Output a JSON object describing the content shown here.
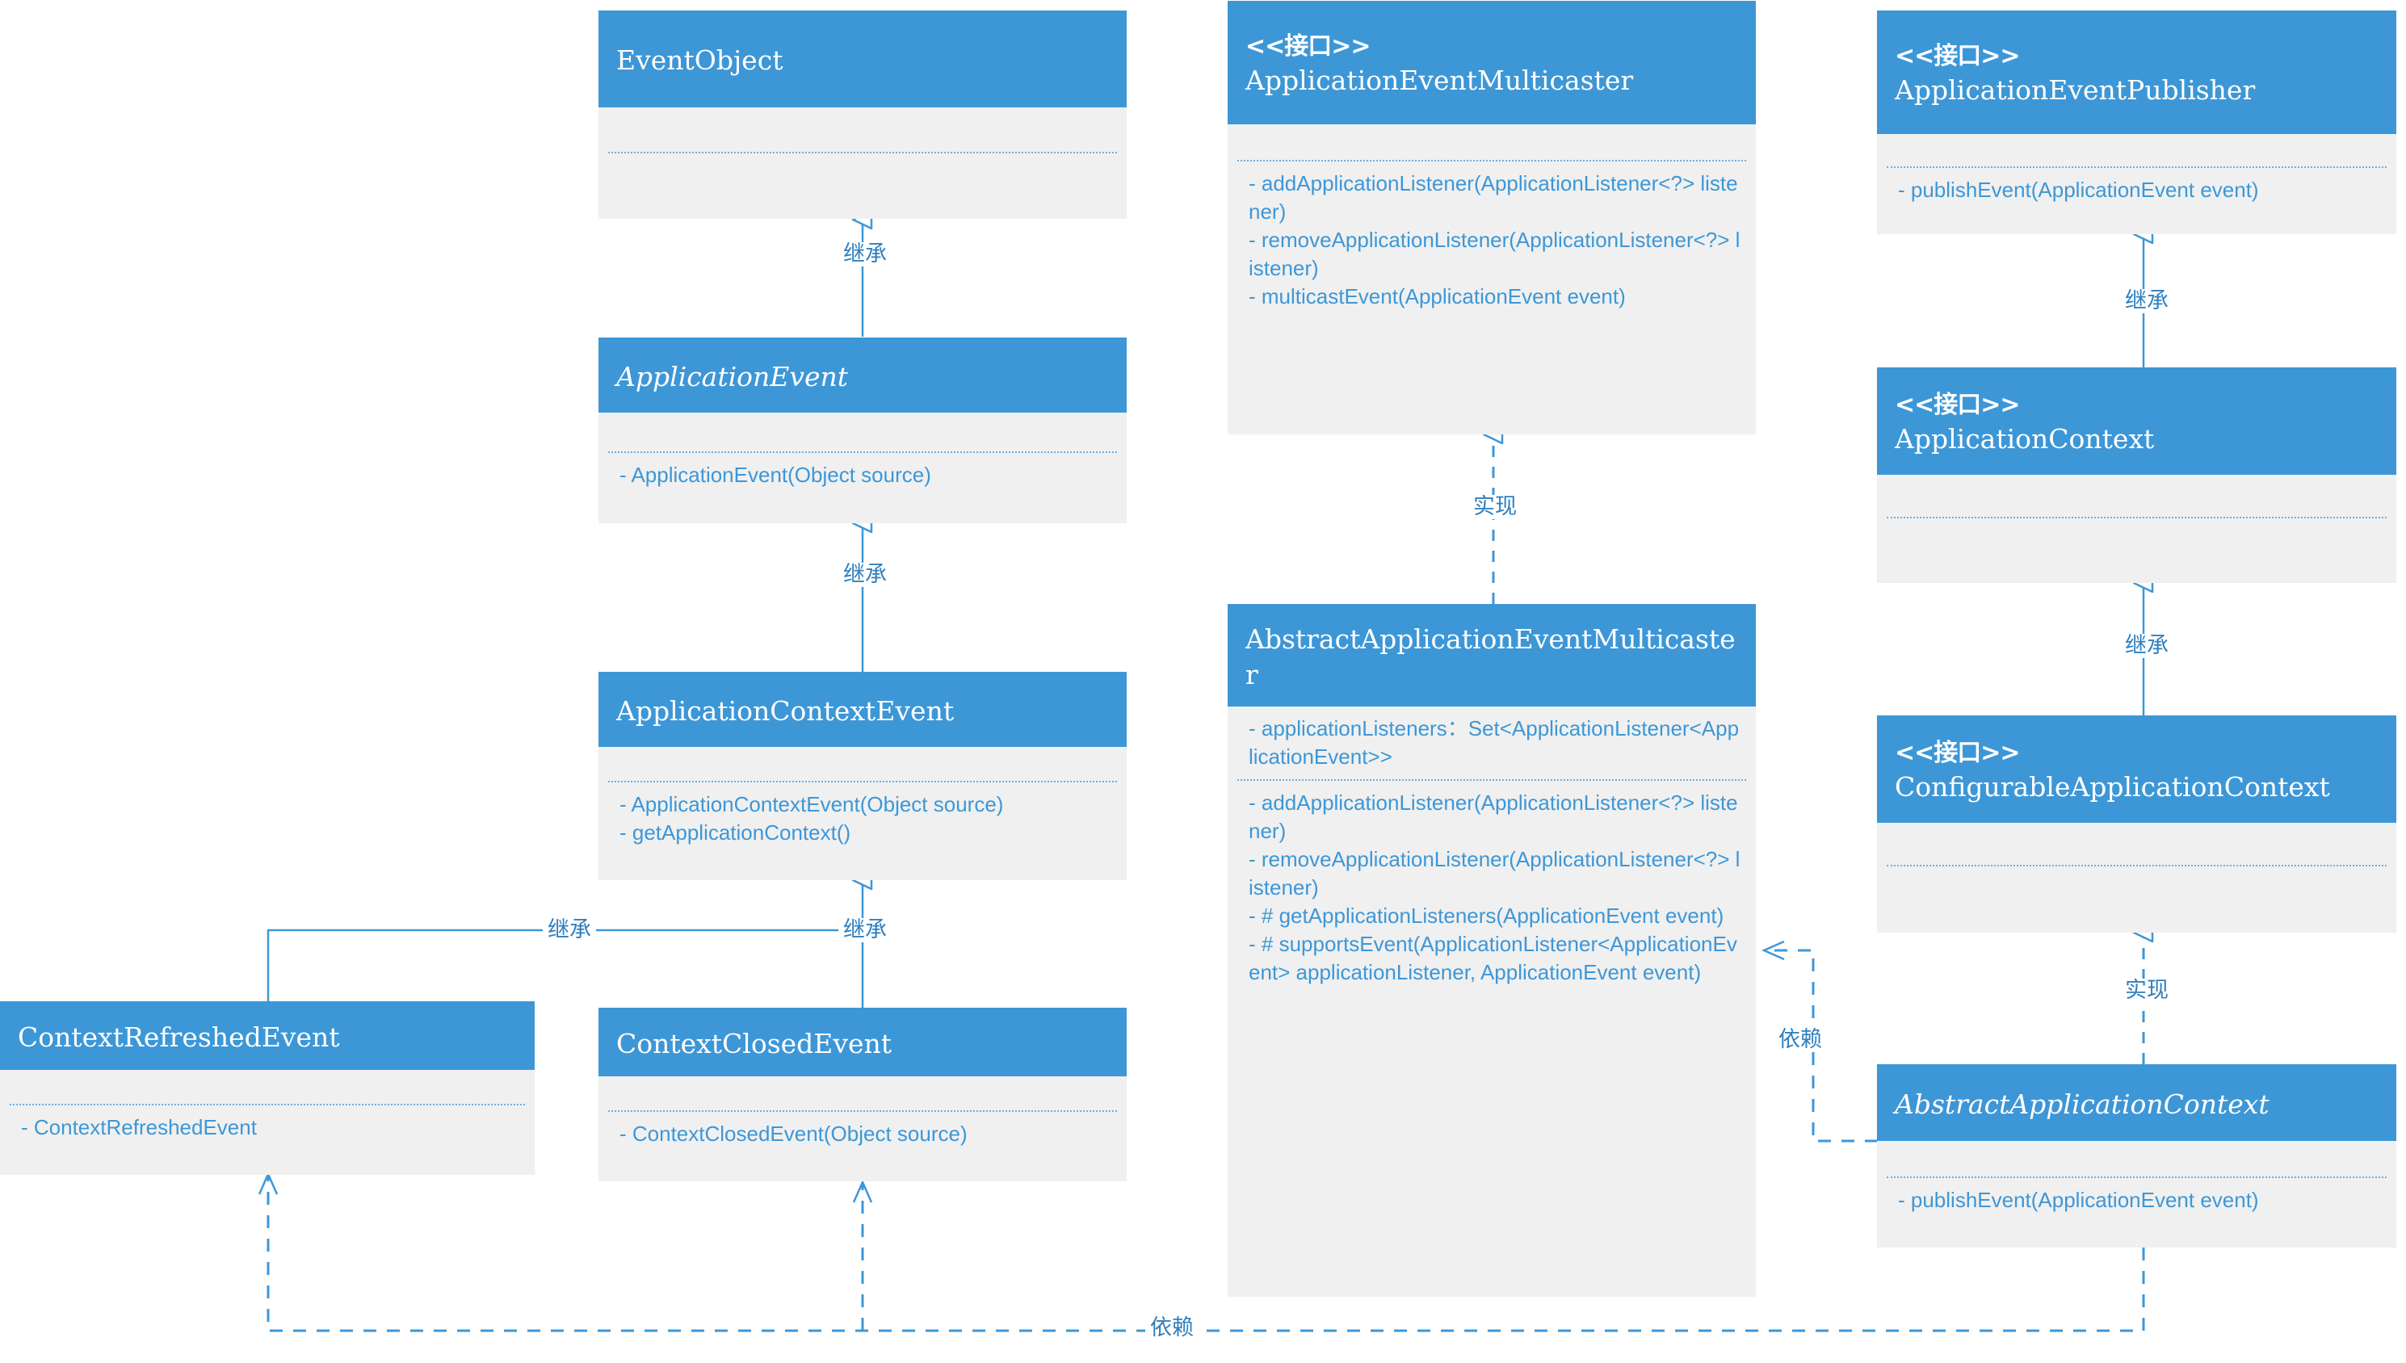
{
  "diagram": {
    "title": "Spring ApplicationEvent / ApplicationEventMulticaster UML class diagram",
    "colors": {
      "header_bg": "#3d97d7",
      "body_bg": "#f0f0f0",
      "text_blue": "#3d97d7",
      "line_blue": "#3d97d7",
      "header_text": "#ffffff"
    },
    "stereotype_interface": "<<接口>>",
    "relations": {
      "inheritance": "继承",
      "realization": "实现",
      "dependency": "依赖"
    }
  },
  "classes": {
    "event_object": {
      "name": "EventObject",
      "stereotype": "",
      "abstract": false,
      "attributes": [],
      "methods": []
    },
    "application_event": {
      "name": "ApplicationEvent",
      "stereotype": "",
      "abstract": true,
      "attributes": [],
      "methods": [
        "- ApplicationEvent(Object source)"
      ]
    },
    "application_context_event": {
      "name": "ApplicationContextEvent",
      "stereotype": "",
      "abstract": false,
      "attributes": [],
      "methods": [
        "- ApplicationContextEvent(Object source)",
        "- getApplicationContext()"
      ]
    },
    "context_refreshed_event": {
      "name": "ContextRefreshedEvent",
      "stereotype": "",
      "abstract": false,
      "attributes": [],
      "methods": [
        "- ContextRefreshedEvent"
      ]
    },
    "context_closed_event": {
      "name": "ContextClosedEvent",
      "stereotype": "",
      "abstract": false,
      "attributes": [],
      "methods": [
        "- ContextClosedEvent(Object source)"
      ]
    },
    "application_event_multicaster": {
      "name": "ApplicationEventMulticaster",
      "stereotype": "<<接口>>",
      "abstract": false,
      "attributes": [],
      "methods": [
        "- addApplicationListener(ApplicationListener<?> listener)",
        "- removeApplicationListener(ApplicationListener<?> listener)",
        "- multicastEvent(ApplicationEvent event)"
      ]
    },
    "abstract_application_event_multicaster": {
      "name": "AbstractApplicationEventMulticaster",
      "stereotype": "",
      "abstract": false,
      "attributes": [
        "- applicationListeners：Set<ApplicationListener<ApplicationEvent>>"
      ],
      "methods": [
        "- addApplicationListener(ApplicationListener<?> listener)",
        "- removeApplicationListener(ApplicationListener<?> listener)",
        "- # getApplicationListeners(ApplicationEvent event)",
        "- # supportsEvent(ApplicationListener<ApplicationEvent> applicationListener, ApplicationEvent event)"
      ]
    },
    "application_event_publisher": {
      "name": "ApplicationEventPublisher",
      "stereotype": "<<接口>>",
      "abstract": false,
      "attributes": [],
      "methods": [
        "- publishEvent(ApplicationEvent event)"
      ]
    },
    "application_context": {
      "name": "ApplicationContext",
      "stereotype": "<<接口>>",
      "abstract": false,
      "attributes": [],
      "methods": []
    },
    "configurable_application_context": {
      "name": "ConfigurableApplicationContext",
      "stereotype": "<<接口>>",
      "abstract": false,
      "attributes": [],
      "methods": []
    },
    "abstract_application_context": {
      "name": "AbstractApplicationContext",
      "stereotype": "",
      "abstract": true,
      "attributes": [],
      "methods": [
        "- publishEvent(ApplicationEvent event)"
      ]
    }
  },
  "edges": [
    {
      "id": "e1",
      "from": "application_event",
      "to": "event_object",
      "type": "inheritance",
      "label": "继承"
    },
    {
      "id": "e2",
      "from": "application_context_event",
      "to": "application_event",
      "type": "inheritance",
      "label": "继承"
    },
    {
      "id": "e3",
      "from": "context_closed_event",
      "to": "application_context_event",
      "type": "inheritance",
      "label": "继承"
    },
    {
      "id": "e4",
      "from": "context_refreshed_event",
      "to": "application_context_event",
      "type": "inheritance",
      "label": "继承"
    },
    {
      "id": "e5",
      "from": "abstract_application_event_multicaster",
      "to": "application_event_multicaster",
      "type": "realization",
      "label": "实现"
    },
    {
      "id": "e6",
      "from": "application_context",
      "to": "application_event_publisher",
      "type": "inheritance",
      "label": "继承"
    },
    {
      "id": "e7",
      "from": "configurable_application_context",
      "to": "application_context",
      "type": "inheritance",
      "label": "继承"
    },
    {
      "id": "e8",
      "from": "abstract_application_context",
      "to": "configurable_application_context",
      "type": "realization",
      "label": "实现"
    },
    {
      "id": "e9",
      "from": "abstract_application_context",
      "to": "abstract_application_event_multicaster",
      "type": "dependency",
      "label": "依赖"
    },
    {
      "id": "e10",
      "from": "abstract_application_context",
      "to": "context_refreshed_event",
      "type": "dependency",
      "label": "依赖"
    }
  ]
}
